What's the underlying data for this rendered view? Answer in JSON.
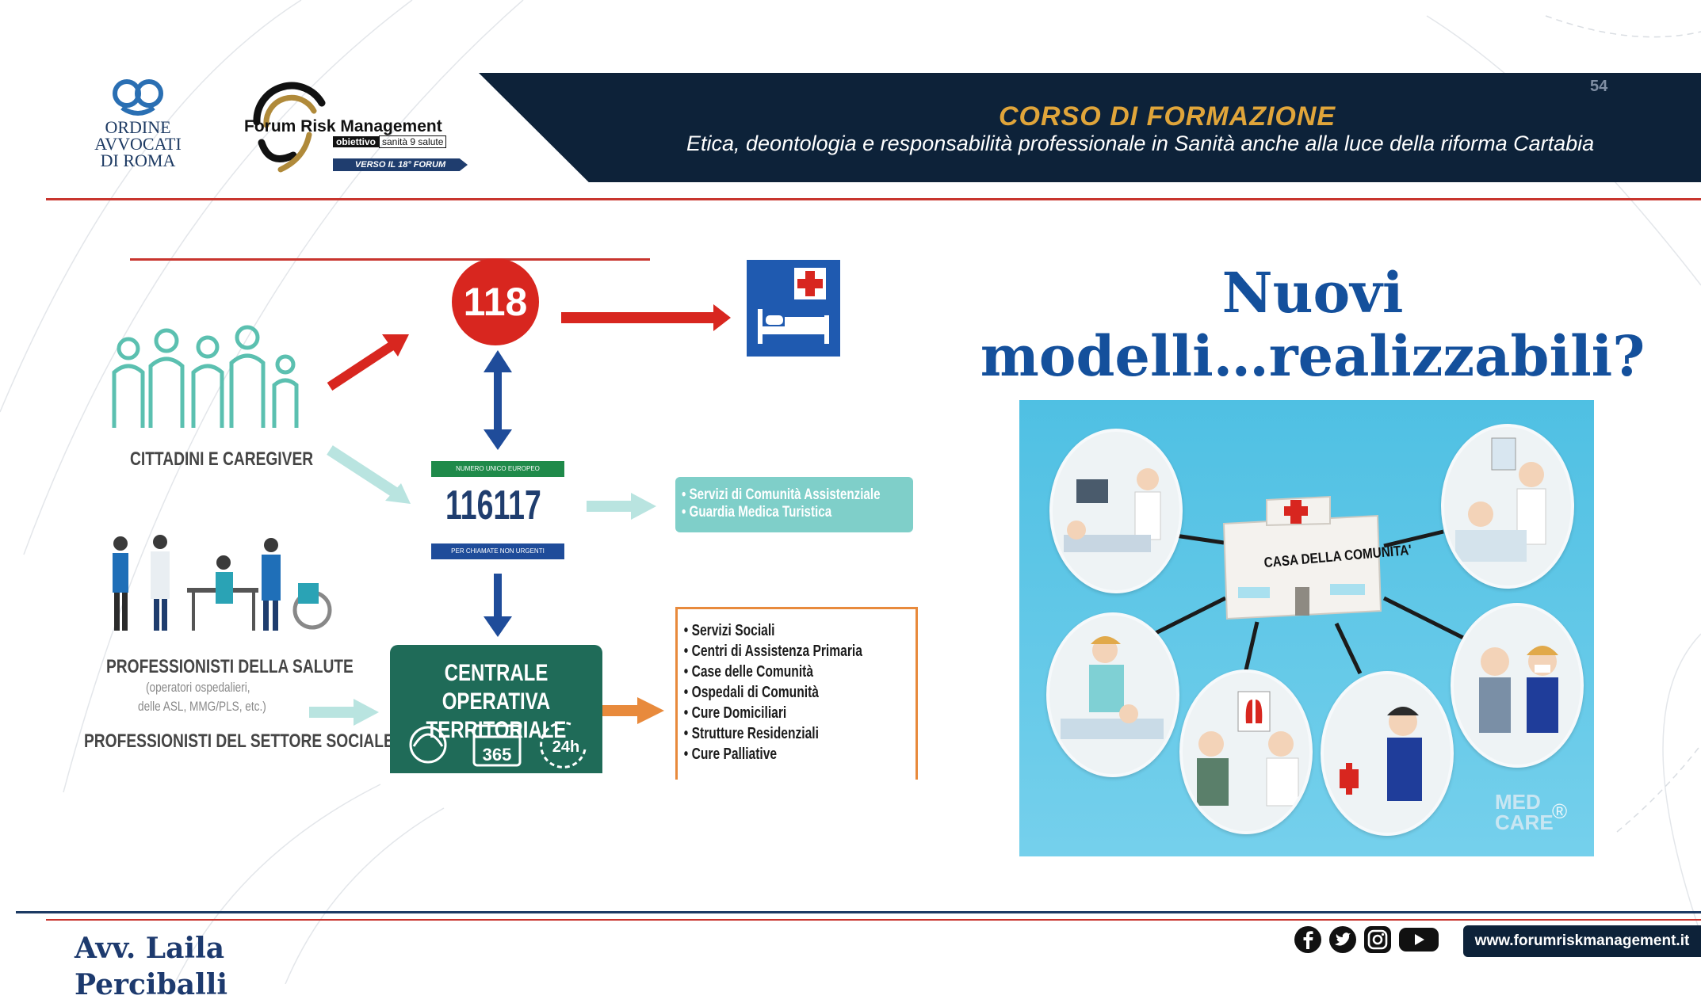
{
  "header": {
    "slide_number": "54",
    "course_title": "CORSO DI FORMAZIONE",
    "course_subtitle": "Etica, deontologia e responsabilità professionale in Sanità anche alla luce della riforma Cartabia",
    "colors": {
      "band": "#0d2239",
      "title": "#e0a53a",
      "accent_red": "#c8352e"
    }
  },
  "logos": {
    "oar": {
      "lines": [
        "ORDINE",
        "AVVOCATI",
        "DI ROMA"
      ]
    },
    "frm": {
      "title": "Forum Risk Management",
      "badge_bold": "obiettivo",
      "badge_plain": "sanità 9 salute",
      "ribbon": "VERSO IL 18° FORUM"
    }
  },
  "diagram": {
    "emergency_number": "118",
    "non_urgent_number": "116117",
    "number_top_caption": "NUMERO UNICO EUROPEO",
    "number_bottom_caption": "PER CHIAMATE NON URGENTI",
    "citizens_label": "CITTADINI E CAREGIVER",
    "professionals_label": "PROFESSIONISTI DELLA SALUTE",
    "professionals_sub1": "(operatori ospedalieri,",
    "professionals_sub2": "delle ASL, MMG/PLS, etc.)",
    "social_label": "PROFESSIONISTI DEL SETTORE SOCIALE",
    "teal_box": [
      "• Servizi di Comunità Assistenziale",
      "• Guardia Medica Turistica"
    ],
    "cot_title_line1": "CENTRALE OPERATIVA",
    "cot_title_line2": "TERRITORIALE",
    "cot_365": "365",
    "cot_24h": "24h",
    "services": [
      "• Servizi Sociali",
      "• Centri di Assistenza Primaria",
      "• Case delle Comunità",
      "• Ospedali di Comunità",
      "• Cure Domiciliari",
      "• Strutture Residenziali",
      "• Cure Palliative"
    ]
  },
  "right": {
    "heading_line1": "Nuovi",
    "heading_line2": "modelli…realizzabili?",
    "casa_label": "CASA DELLA COMUNITA'",
    "brand_line1": "MED",
    "brand_line2": "CARE",
    "brand_mark": "®"
  },
  "footer": {
    "author_line1": "Avv. Laila",
    "author_line2": "Perciballi",
    "url": "www.forumriskmanagement.it",
    "social_icons": [
      "facebook-icon",
      "twitter-icon",
      "instagram-icon",
      "youtube-icon"
    ]
  }
}
